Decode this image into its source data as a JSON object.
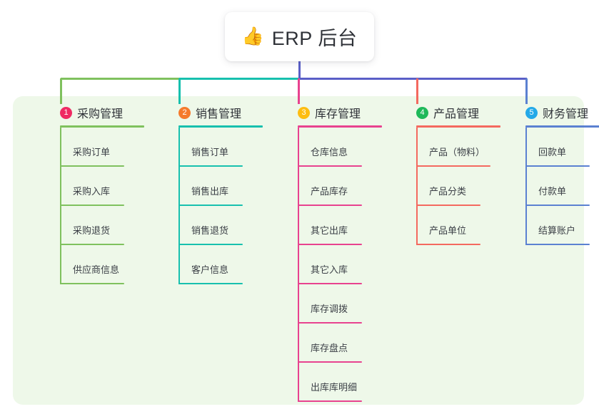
{
  "diagram": {
    "type": "org-chart",
    "root": {
      "icon": "thumbs-up-icon",
      "emoji": "👍",
      "title": "ERP 后台"
    },
    "panel_color": "#eef8e9",
    "connector_colors": {
      "segment_1": "#7fc15e",
      "segment_2": "#17c0ae",
      "segment_3": "#5a5fc7",
      "root_stem": "#5a5fc7"
    },
    "columns": [
      {
        "number": "1",
        "title": "采购管理",
        "badge_color": "#ef2b63",
        "line_color": "#7fc15e",
        "items": [
          {
            "label": "采购订单"
          },
          {
            "label": "采购入库"
          },
          {
            "label": "采购退货"
          },
          {
            "label": "供应商信息"
          }
        ]
      },
      {
        "number": "2",
        "title": "销售管理",
        "badge_color": "#f57a2b",
        "line_color": "#17c0ae",
        "items": [
          {
            "label": "销售订单"
          },
          {
            "label": "销售出库"
          },
          {
            "label": "销售退货"
          },
          {
            "label": "客户信息"
          }
        ]
      },
      {
        "number": "3",
        "title": "库存管理",
        "badge_color": "#fdbd12",
        "line_color": "#e8428f",
        "items": [
          {
            "label": "仓库信息"
          },
          {
            "label": "产品库存"
          },
          {
            "label": "其它出库"
          },
          {
            "label": "其它入库"
          },
          {
            "label": "库存调拨"
          },
          {
            "label": "库存盘点"
          },
          {
            "label": "出库库明细"
          }
        ]
      },
      {
        "number": "4",
        "title": "产品管理",
        "badge_color": "#1fb95a",
        "line_color": "#f4695f",
        "items": [
          {
            "label": "产品（物料）",
            "wide": true
          },
          {
            "label": "产品分类"
          },
          {
            "label": "产品单位"
          }
        ]
      },
      {
        "number": "5",
        "title": "财务管理",
        "badge_color": "#24a9e8",
        "line_color": "#5b81d1",
        "items": [
          {
            "label": "回款单"
          },
          {
            "label": "付款单"
          },
          {
            "label": "结算账户"
          }
        ]
      }
    ]
  }
}
